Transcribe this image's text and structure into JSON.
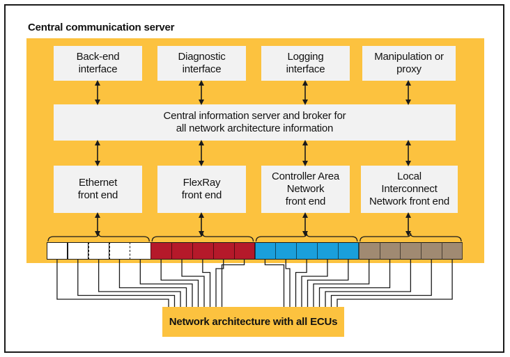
{
  "diagram": {
    "title": "Central communication server",
    "top_interfaces": [
      {
        "line1": "Back-end",
        "line2": "interface"
      },
      {
        "line1": "Diagnostic",
        "line2": "interface"
      },
      {
        "line1": "Logging",
        "line2": "interface"
      },
      {
        "line1": "Manipulation or",
        "line2": "proxy"
      }
    ],
    "broker": {
      "line1": "Central information server and broker for",
      "line2": "all network architecture information"
    },
    "front_ends": [
      {
        "lines": [
          "Ethernet",
          "front end"
        ]
      },
      {
        "lines": [
          "FlexRay",
          "front end"
        ]
      },
      {
        "lines": [
          "Controller Area",
          "Network",
          "front end"
        ]
      },
      {
        "lines": [
          "Local",
          "Interconnect",
          "Network front end"
        ]
      }
    ],
    "port_groups": [
      {
        "network": "Ethernet",
        "color": "#ffffff",
        "ports": 5
      },
      {
        "network": "FlexRay",
        "color": "#b5192a",
        "ports": 5
      },
      {
        "network": "Controller Area Network",
        "color": "#1a9fdb",
        "ports": 5
      },
      {
        "network": "Local Interconnect Network",
        "color": "#a08a72",
        "ports": 5
      }
    ],
    "network_label": "Network architecture with all ECUs",
    "colors": {
      "panel": "#fcc23f",
      "box": "#f2f2f2",
      "line": "#1a1a1a"
    }
  }
}
